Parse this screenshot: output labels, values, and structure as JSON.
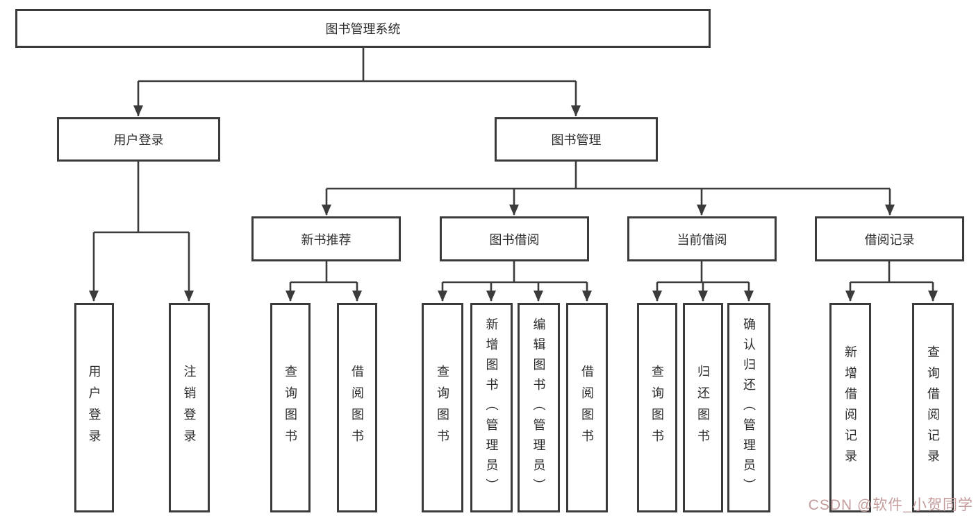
{
  "diagram": {
    "root": {
      "label": "图书管理系统"
    },
    "branches": [
      {
        "label": "用户登录",
        "leaves": [
          {
            "label": "用户登录"
          },
          {
            "label": "注销登录"
          }
        ]
      },
      {
        "label": "图书管理",
        "children": [
          {
            "label": "新书推荐",
            "leaves": [
              {
                "label": "查询图书"
              },
              {
                "label": "借阅图书"
              }
            ]
          },
          {
            "label": "图书借阅",
            "leaves": [
              {
                "label": "查询图书"
              },
              {
                "label": "新增图书（管理员）"
              },
              {
                "label": "编辑图书（管理员）"
              },
              {
                "label": "借阅图书"
              }
            ]
          },
          {
            "label": "当前借阅",
            "leaves": [
              {
                "label": "查询图书"
              },
              {
                "label": "归还图书"
              },
              {
                "label": "确认归还（管理员）"
              }
            ]
          },
          {
            "label": "借阅记录",
            "leaves": [
              {
                "label": "新增借阅记录"
              },
              {
                "label": "查询借阅记录"
              }
            ]
          }
        ]
      }
    ]
  },
  "watermark": {
    "text": "CSDN @软件_小贺同学"
  },
  "colors": {
    "line": "#3b3b3b",
    "border": "#3b3b3b",
    "text": "#2d2d2d",
    "background": "#ffffff",
    "watermark": "#c49c9c"
  }
}
